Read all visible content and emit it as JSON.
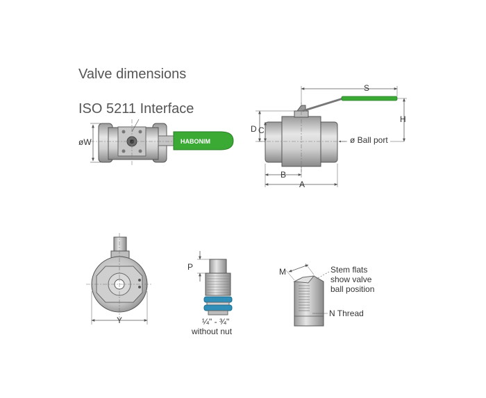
{
  "titles": {
    "valve_dimensions": "Valve dimensions",
    "iso_interface": "ISO 5211 Interface"
  },
  "labels": {
    "w": "øW",
    "s": "S",
    "h": "H",
    "d": "D",
    "c": "C",
    "ball_port": "ø Ball port",
    "b": "B",
    "a": "A",
    "y": "Y",
    "p": "P",
    "size_range": "¼\" - ¾\"",
    "without_nut": "without nut",
    "m": "M",
    "stem_flats_1": "Stem flats",
    "stem_flats_2": "show valve",
    "stem_flats_3": "ball position",
    "n_thread": "N Thread"
  },
  "brand": {
    "handle_logo_text": "HABONIM"
  },
  "colors": {
    "handle_green": "#3aaa35",
    "steel_light": "#d9d9d9",
    "steel_mid": "#b5b5b5",
    "steel_dark": "#7a7a7a",
    "seal_blue": "#2f8fb8",
    "outline": "#555555",
    "title_gray": "#555555"
  }
}
